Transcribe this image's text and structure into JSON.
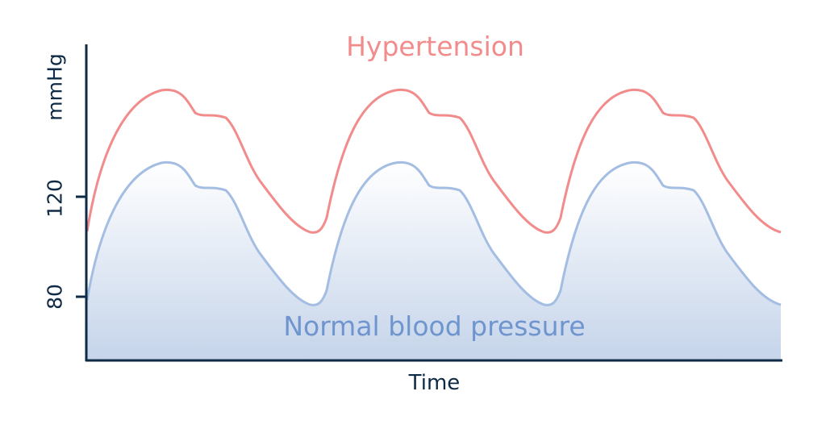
{
  "chart_data": {
    "type": "line",
    "title": "",
    "xlabel": "Time",
    "ylabel": "mmHg",
    "ylim": [
      55,
      175
    ],
    "yticks": [
      80,
      120
    ],
    "ytick_labels": [
      "120",
      "80"
    ],
    "grid": false,
    "legend": "none",
    "annotations": [
      {
        "text": "Hypertension",
        "color": "#f28b8b",
        "position": "top-center"
      },
      {
        "text": "Normal blood pressure",
        "color": "#6f95cf",
        "position": "bottom-center"
      }
    ],
    "series": [
      {
        "name": "Hypertension",
        "color": "#f28b8b",
        "description": "3 pulse cycles, systolic peak ~163 mmHg, dicrotic notch ~154, diastolic trough ~106",
        "x": [
          0,
          0.5,
          1.0,
          1.45,
          1.65,
          2.0,
          2.5,
          3.0,
          3.5,
          4.0,
          4.45,
          4.65,
          5.0,
          5.5,
          6.0,
          6.5,
          7.0,
          7.45,
          7.65,
          8.0,
          8.5,
          9.0
        ],
        "values": [
          106,
          145,
          163,
          154,
          155,
          137,
          114,
          106,
          145,
          163,
          154,
          155,
          137,
          114,
          106,
          145,
          163,
          154,
          155,
          137,
          114,
          106
        ]
      },
      {
        "name": "Normal blood pressure",
        "color": "#a4bde3",
        "fill": "gradient #ffffff to #c5d4ea",
        "description": "3 pulse cycles, systolic peak ~134 mmHg, dicrotic notch ~126, diastolic trough ~77",
        "x": [
          0,
          0.5,
          1.0,
          1.45,
          1.65,
          2.0,
          2.5,
          3.0,
          3.5,
          4.0,
          4.45,
          4.65,
          5.0,
          5.5,
          6.0,
          6.5,
          7.0,
          7.45,
          7.65,
          8.0,
          8.5,
          9.0
        ],
        "values": [
          80,
          118,
          134,
          126,
          126,
          108,
          86,
          77,
          118,
          134,
          126,
          126,
          108,
          86,
          77,
          118,
          134,
          126,
          126,
          108,
          86,
          77
        ]
      }
    ]
  },
  "labels": {
    "hypertension": "Hypertension",
    "normal": "Normal blood pressure",
    "xlabel": "Time",
    "ylabel": "mmHg",
    "tick_120": "120",
    "tick_80": "80"
  },
  "colors": {
    "hypertension": "#f28b8b",
    "normal_line": "#a4bde3",
    "normal_text": "#6f95cf",
    "axis": "#0e2a45",
    "fill_top": "#ffffff",
    "fill_bottom": "#c5d4ea"
  }
}
